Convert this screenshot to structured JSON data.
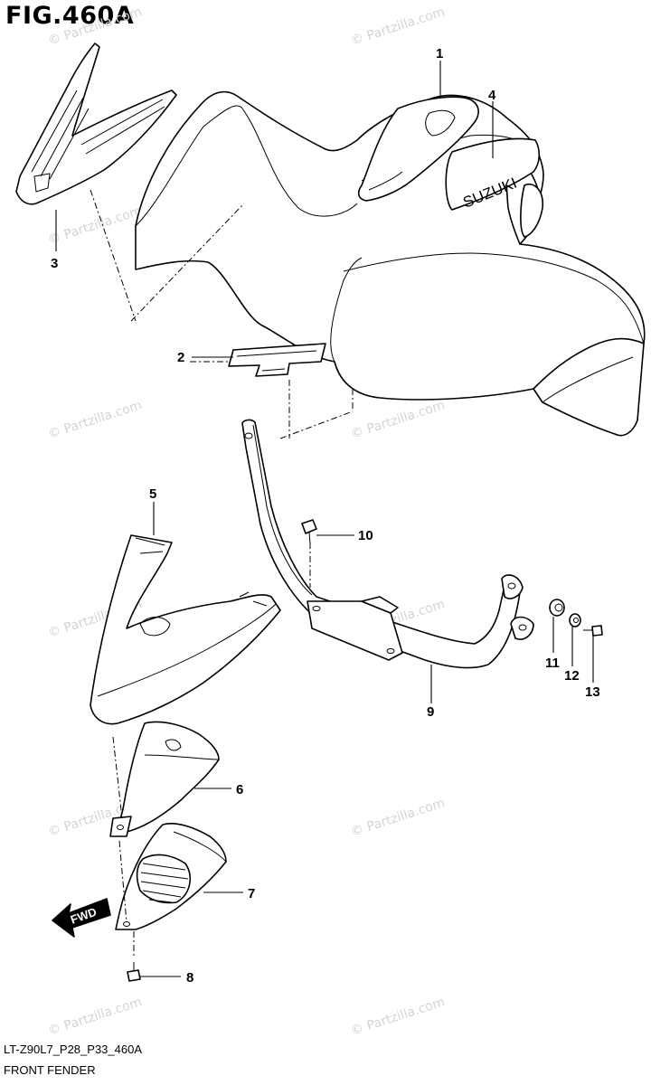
{
  "figure": {
    "title": "FIG.460A",
    "drawing_code": "LT-Z90L7_P28_P33_460A",
    "caption": "FRONT FENDER"
  },
  "watermark": {
    "text": "© Partzilla.com"
  },
  "decal_text": {
    "brand": "SUZUKI",
    "fwd_arrow": "FWD"
  },
  "callouts": [
    "1",
    "2",
    "3",
    "4",
    "5",
    "6",
    "7",
    "8",
    "9",
    "10",
    "11",
    "12",
    "13"
  ]
}
